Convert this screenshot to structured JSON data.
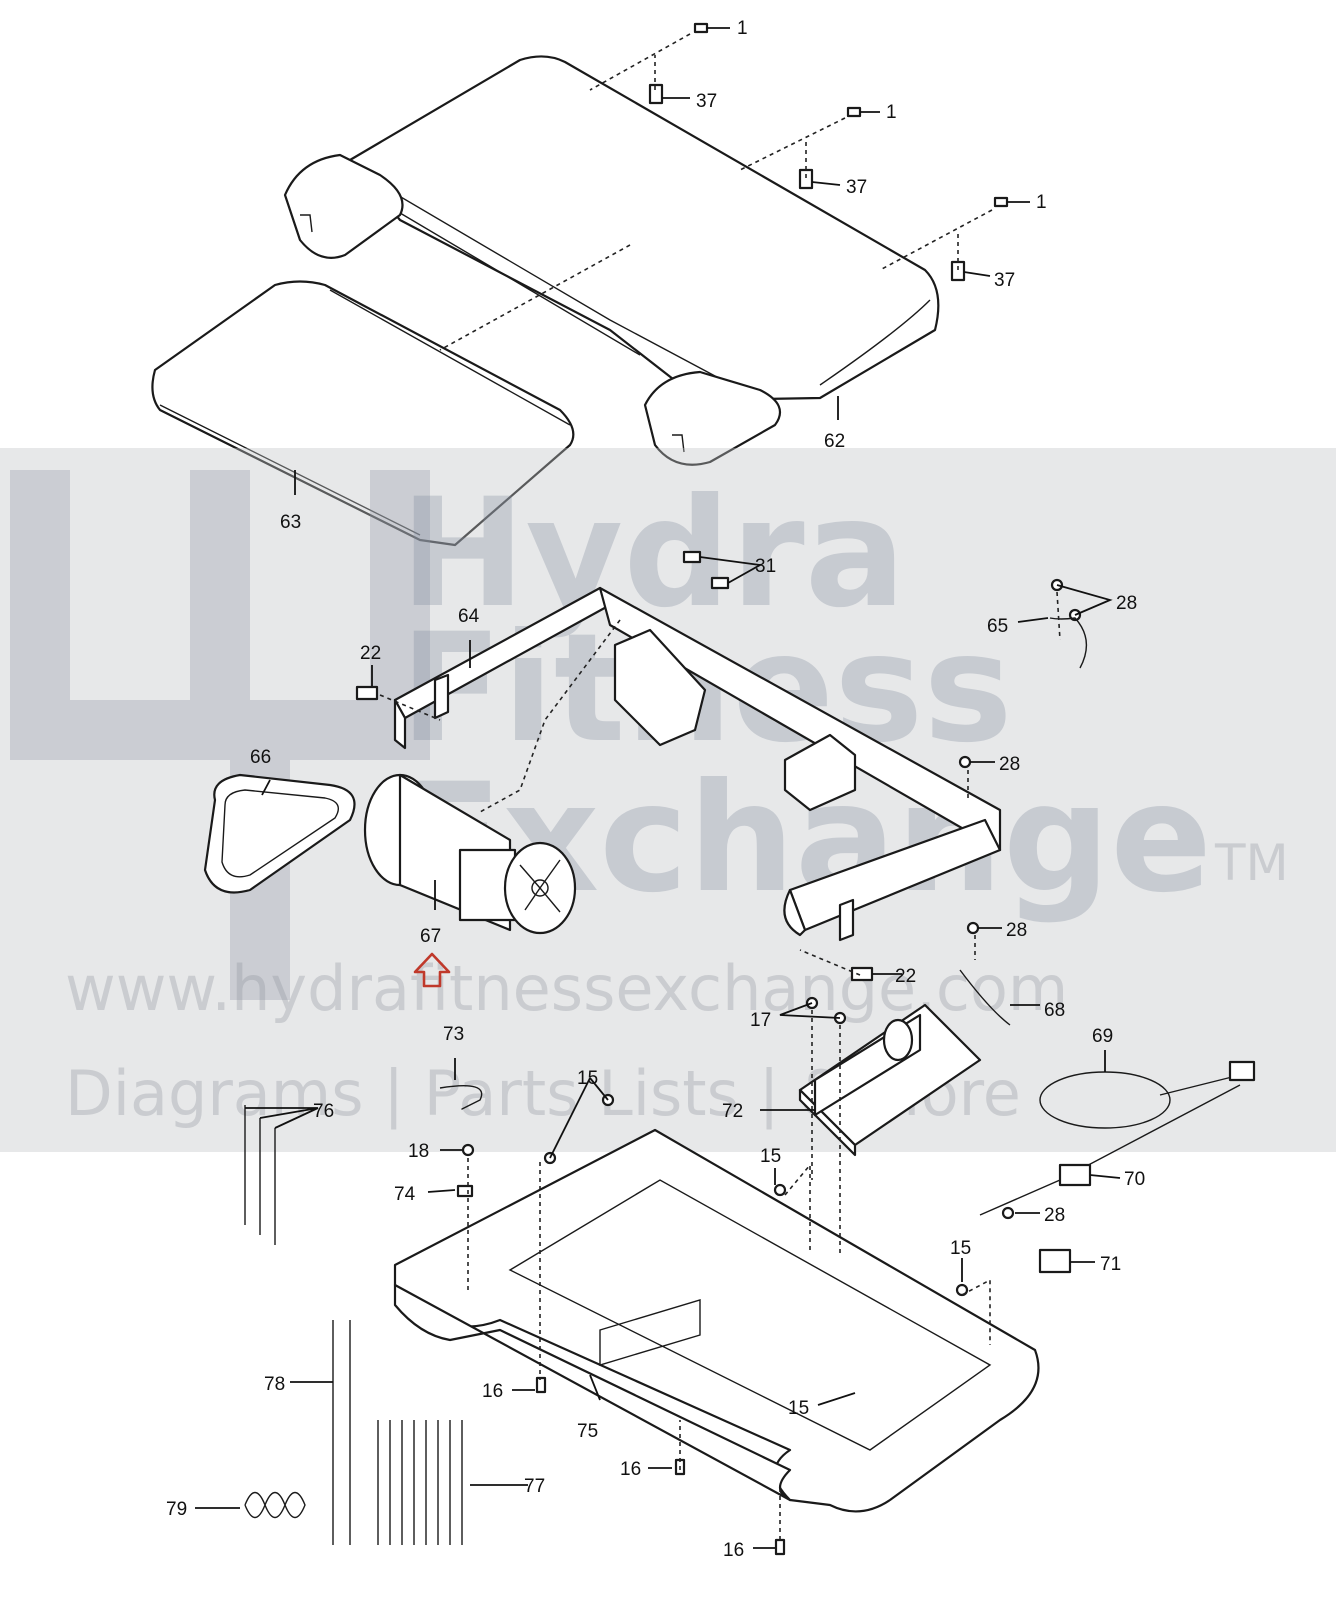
{
  "labels": {
    "l1a": "1",
    "l1b": "1",
    "l1c": "1",
    "l37a": "37",
    "l37b": "37",
    "l37c": "37",
    "l62": "62",
    "l63": "63",
    "l31": "31",
    "l28a": "28",
    "l65": "65",
    "l64": "64",
    "l22a": "22",
    "l66": "66",
    "l28b": "28",
    "l67": "67",
    "l28c": "28",
    "l22b": "22",
    "l17": "17",
    "l68": "68",
    "l73": "73",
    "l69": "69",
    "l15a": "15",
    "l76": "76",
    "l72": "72",
    "l18": "18",
    "l15b": "15",
    "l70": "70",
    "l74": "74",
    "l28d": "28",
    "l15c": "15",
    "l71": "71",
    "l78": "78",
    "l16a": "16",
    "l75": "75",
    "l15d": "15",
    "l77": "77",
    "l16b": "16",
    "l79": "79",
    "l16c": "16"
  },
  "watermark": {
    "line1": "Hydra",
    "line2": "Fitness",
    "line3": "Exchange",
    "trademark": "TM",
    "url": "www.hydrafitnessexchange.com",
    "tagline": "Diagrams | Parts Lists | & More"
  },
  "colors": {
    "pointer": "#c0392b",
    "ink": "#1a1a1a",
    "watermark": "#8e96a4"
  }
}
